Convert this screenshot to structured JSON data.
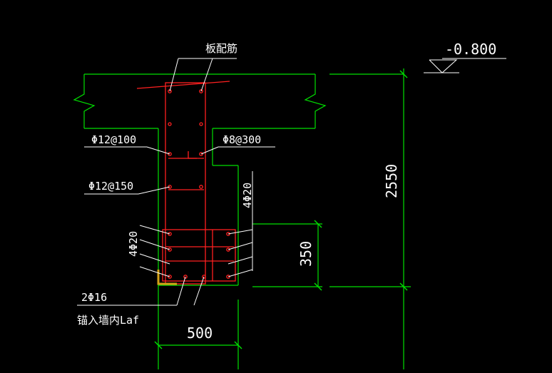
{
  "drawing": {
    "background": "#000000",
    "colors": {
      "outline": "#00e000",
      "rebar": "#ff2020",
      "text_and_leaders": "#ffffff",
      "hook": "#d4a017"
    },
    "labels": {
      "slab_rebar": "板配筋",
      "elevation": "-0.800",
      "stirrup_top": "Φ12@100",
      "stirrup_mid": "Φ8@300",
      "stirrup_lower": "Φ12@150",
      "bars_right": "4Φ20",
      "bars_left": "4Φ20",
      "bottom_bars": "2Φ16",
      "anchor_note": "锚入墙内Laf"
    },
    "dimensions": {
      "total_depth": "2550",
      "beam_height": "350",
      "beam_width": "500"
    }
  }
}
